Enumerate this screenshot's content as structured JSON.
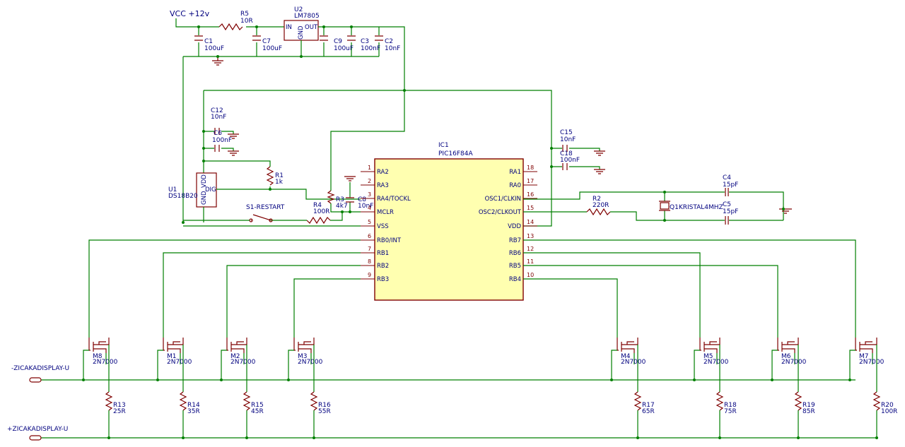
{
  "power": {
    "vcc_label": "VCC +12v"
  },
  "ic1": {
    "ref": "IC1",
    "value": "PIC16F84A",
    "left_pins": [
      {
        "num": "1",
        "name": "RA2"
      },
      {
        "num": "2",
        "name": "RA3"
      },
      {
        "num": "3",
        "name": "RA4/TOCKL"
      },
      {
        "num": "4",
        "name": "MCLR"
      },
      {
        "num": "5",
        "name": "VSS"
      },
      {
        "num": "6",
        "name": "RB0/INT"
      },
      {
        "num": "7",
        "name": "RB1"
      },
      {
        "num": "8",
        "name": "RB2"
      },
      {
        "num": "9",
        "name": "RB3"
      }
    ],
    "right_pins": [
      {
        "num": "18",
        "name": "RA1"
      },
      {
        "num": "17",
        "name": "RA0"
      },
      {
        "num": "16",
        "name": "OSC1/CLKIN"
      },
      {
        "num": "15",
        "name": "OSC2/CLKOUT"
      },
      {
        "num": "14",
        "name": "VDD"
      },
      {
        "num": "13",
        "name": "RB7"
      },
      {
        "num": "12",
        "name": "RB6"
      },
      {
        "num": "11",
        "name": "RB5"
      },
      {
        "num": "10",
        "name": "RB4"
      }
    ]
  },
  "u2": {
    "ref": "U2",
    "value": "LM7805",
    "pin_in": "IN",
    "pin_out": "OUT",
    "pin_gnd": "GND"
  },
  "u1": {
    "ref": "U1",
    "value": "DS18B20",
    "pin_vdd": "VDD",
    "pin_gnd": "GND",
    "pin_dig": "DIG"
  },
  "passives": {
    "r5": {
      "ref": "R5",
      "value": "10R"
    },
    "c1": {
      "ref": "C1",
      "value": "100uF"
    },
    "c7": {
      "ref": "C7",
      "value": "100uF"
    },
    "c9": {
      "ref": "C9",
      "value": "100uF"
    },
    "c3": {
      "ref": "C3",
      "value": "100nF"
    },
    "c2": {
      "ref": "C2",
      "value": "10nF"
    },
    "c12": {
      "ref": "C12",
      "value": "10nF"
    },
    "c6": {
      "ref": "C6",
      "value": "100nF"
    },
    "r1": {
      "ref": "R1",
      "value": "1k"
    },
    "r3": {
      "ref": "R3",
      "value": "4k7"
    },
    "c8": {
      "ref": "C8",
      "value": "10nF"
    },
    "r4": {
      "ref": "R4",
      "value": "100R"
    },
    "s1": {
      "ref": "S1-RESTART"
    },
    "c15": {
      "ref": "C15",
      "value": "10nF"
    },
    "c18": {
      "ref": "C18",
      "value": "100nF"
    },
    "r2": {
      "ref": "R2",
      "value": "220R"
    },
    "c4": {
      "ref": "C4",
      "value": "15pF"
    },
    "c5": {
      "ref": "C5",
      "value": "15pF"
    },
    "q1": {
      "ref": "Q1",
      "value": "KRISTAL4MHZ"
    }
  },
  "mosfets": [
    {
      "ref": "M8",
      "value": "2N7000"
    },
    {
      "ref": "M1",
      "value": "2N7000"
    },
    {
      "ref": "M2",
      "value": "2N7000"
    },
    {
      "ref": "M3",
      "value": "2N7000"
    },
    {
      "ref": "M4",
      "value": "2N7000"
    },
    {
      "ref": "M5",
      "value": "2N7000"
    },
    {
      "ref": "M6",
      "value": "2N7000"
    },
    {
      "ref": "M7",
      "value": "2N7000"
    }
  ],
  "resistors_bottom": [
    {
      "ref": "R13",
      "value": "25R"
    },
    {
      "ref": "R14",
      "value": "35R"
    },
    {
      "ref": "R15",
      "value": "45R"
    },
    {
      "ref": "R16",
      "value": "55R"
    },
    {
      "ref": "R17",
      "value": "65R"
    },
    {
      "ref": "R18",
      "value": "75R"
    },
    {
      "ref": "R19",
      "value": "85R"
    },
    {
      "ref": "R20",
      "value": "100R"
    }
  ],
  "connectors": {
    "minus": "-ZICAKADISPLAY-U",
    "plus": "+ZICAKADISPLAY-U"
  }
}
